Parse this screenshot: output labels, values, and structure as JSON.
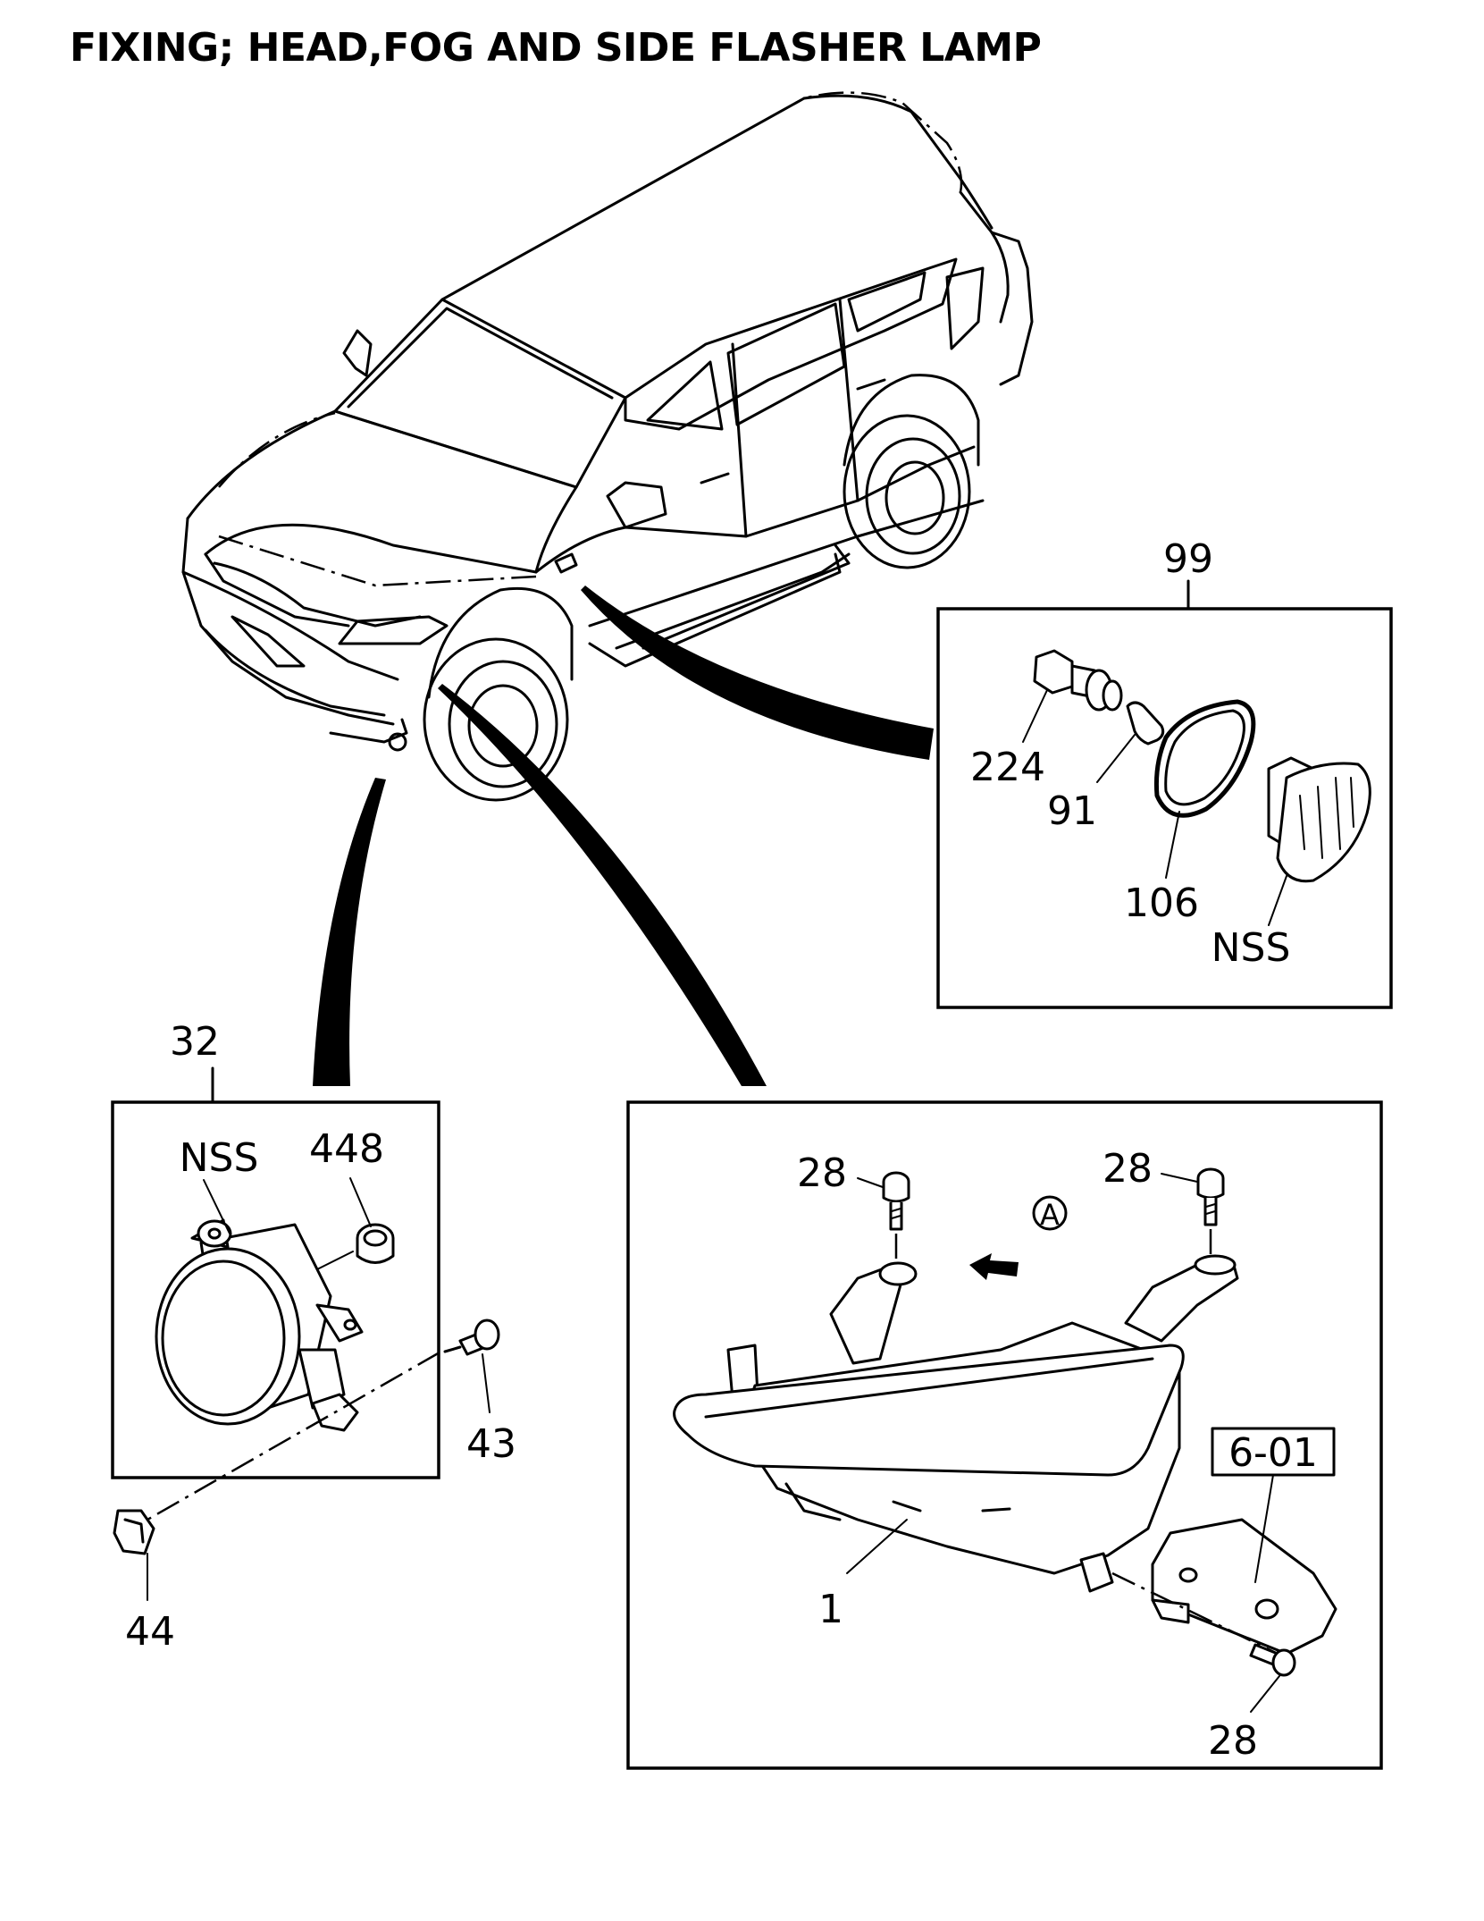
{
  "title": "FIXING; HEAD,FOG AND SIDE FLASHER LAMP",
  "callouts": {
    "side_flasher_group": "99",
    "socket": "224",
    "bulb": "91",
    "gasket": "106",
    "side_flasher_lamp": "NSS",
    "fog_lamp_group": "32",
    "fog_lamp": "NSS",
    "fog_cap": "448",
    "fog_screw": "43",
    "fog_nut": "44",
    "head_bolt_left": "28",
    "head_bolt_right": "28",
    "head_bolt_lower": "28",
    "view_marker": "A",
    "headlamp": "1",
    "bracket_ref": "6-01"
  }
}
